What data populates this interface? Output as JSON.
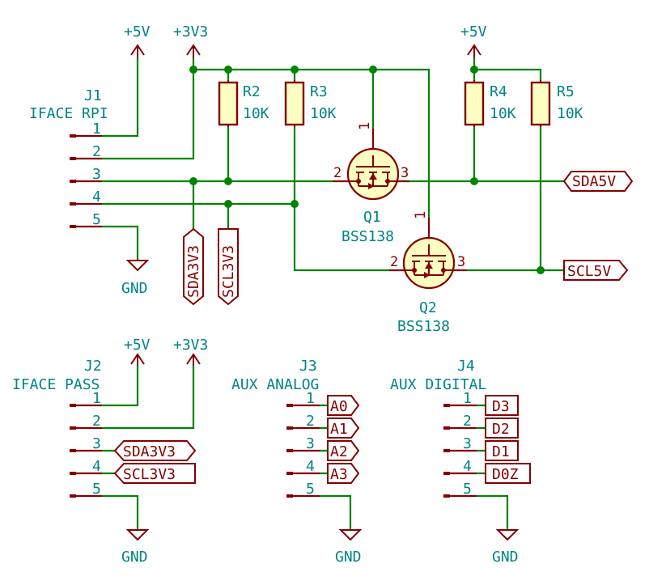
{
  "power": {
    "v5": "+5V",
    "v3v3": "+3V3",
    "gnd": "GND"
  },
  "j1": {
    "ref": "J1",
    "value": "IFACE RPI",
    "pins": [
      "1",
      "2",
      "3",
      "4",
      "5"
    ]
  },
  "j2": {
    "ref": "J2",
    "value": "IFACE PASS",
    "pins": [
      "1",
      "2",
      "3",
      "4",
      "5"
    ]
  },
  "j3": {
    "ref": "J3",
    "value": "AUX ANALOG",
    "pins": [
      "1",
      "2",
      "3",
      "4",
      "5"
    ],
    "labels": [
      "A0",
      "A1",
      "A2",
      "A3"
    ]
  },
  "j4": {
    "ref": "J4",
    "value": "AUX DIGITAL",
    "pins": [
      "1",
      "2",
      "3",
      "4",
      "5"
    ],
    "labels": [
      "D3",
      "D2",
      "D1",
      "D0Z"
    ]
  },
  "resistors": [
    {
      "ref": "R2",
      "value": "10K"
    },
    {
      "ref": "R3",
      "value": "10K"
    },
    {
      "ref": "R4",
      "value": "10K"
    },
    {
      "ref": "R5",
      "value": "10K"
    }
  ],
  "transistors": [
    {
      "ref": "Q1",
      "value": "BSS138",
      "pins": [
        "1",
        "2",
        "3"
      ]
    },
    {
      "ref": "Q2",
      "value": "BSS138",
      "pins": [
        "1",
        "2",
        "3"
      ]
    }
  ],
  "nets": {
    "sda5v": "SDA5V",
    "scl5v": "SCL5V",
    "sda3v3": "SDA3V3",
    "scl3v3": "SCL3V3"
  },
  "colors": {
    "wire": "#008400",
    "component": "#840000",
    "text": "#008484",
    "body_fill": "#ffffc2"
  }
}
